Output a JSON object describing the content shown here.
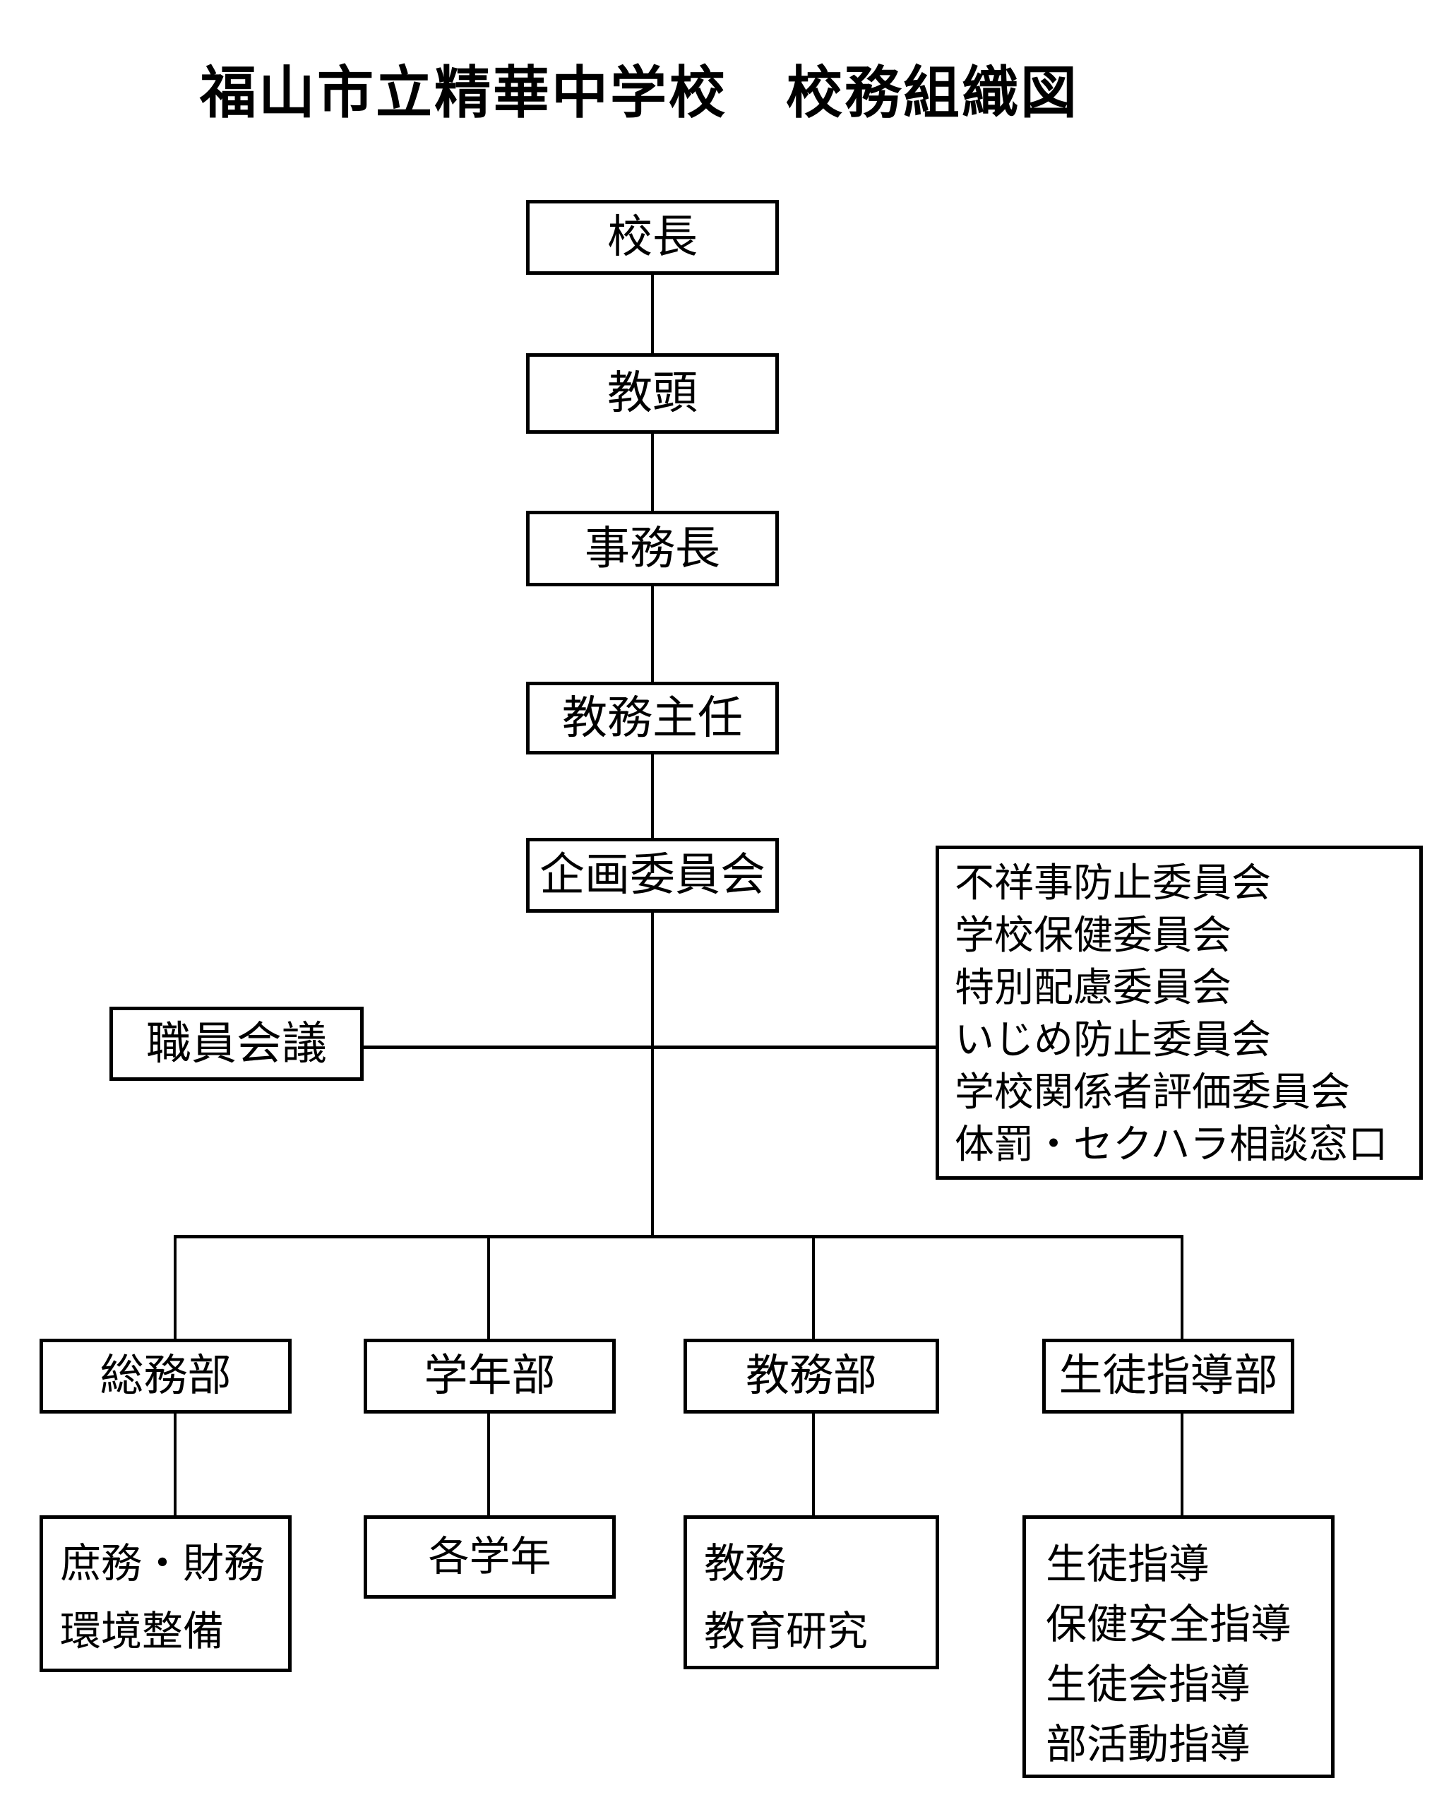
{
  "page": {
    "title": "福山市立精華中学校　校務組織図",
    "background_color": "#ffffff",
    "line_color": "#000000",
    "text_color": "#000000"
  },
  "hierarchy": [
    {
      "label": "校長"
    },
    {
      "label": "教頭"
    },
    {
      "label": "事務長"
    },
    {
      "label": "教務主任"
    },
    {
      "label": "企画委員会"
    }
  ],
  "staff_meeting": {
    "label": "職員会議"
  },
  "committees": {
    "items": [
      "不祥事防止委員会",
      "学校保健委員会",
      "特別配慮委員会",
      "いじめ防止委員会",
      "学校関係者評価委員会",
      "体罰・セクハラ相談窓口"
    ]
  },
  "departments": [
    {
      "name": "総務部",
      "details": [
        "庶務・財務",
        "環境整備"
      ]
    },
    {
      "name": "学年部",
      "details": [
        "各学年"
      ]
    },
    {
      "name": "教務部",
      "details": [
        "教務",
        "教育研究"
      ]
    },
    {
      "name": "生徒指導部",
      "details": [
        "生徒指導",
        "保健安全指導",
        "生徒会指導",
        "部活動指導"
      ]
    }
  ]
}
